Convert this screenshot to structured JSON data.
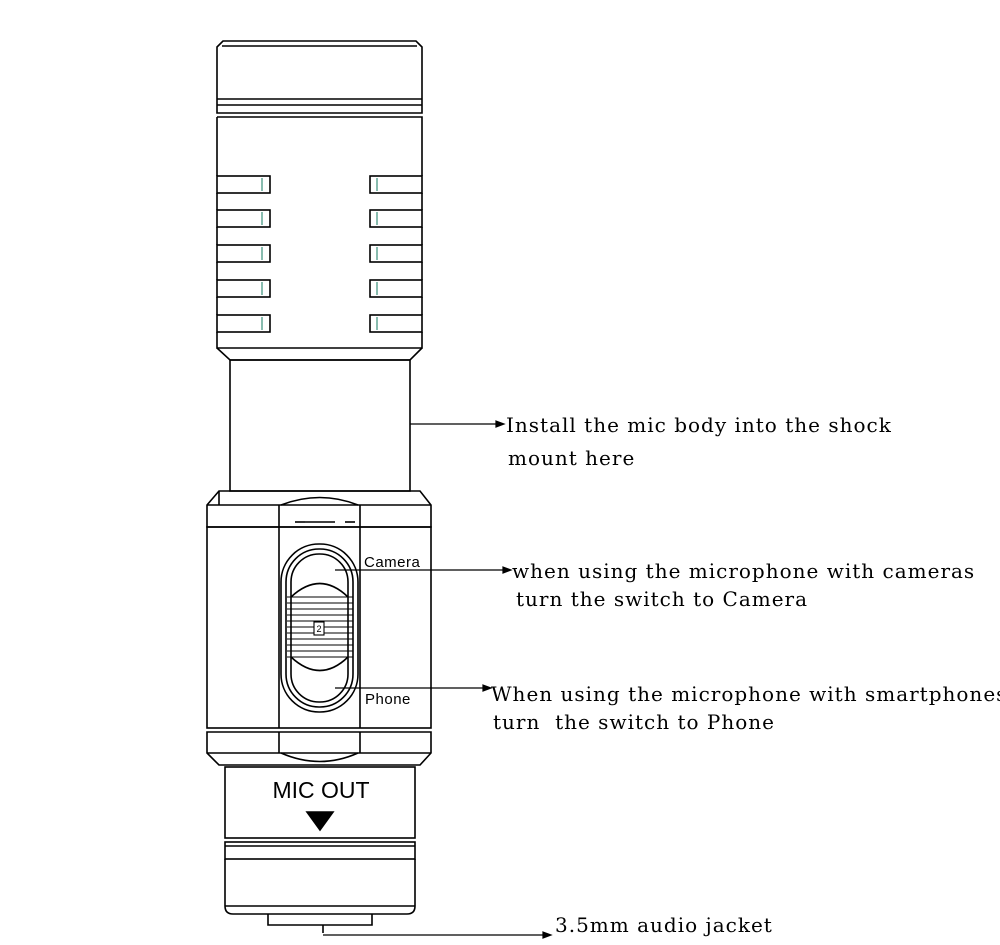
{
  "device": {
    "mic_out_label": "MIC OUT",
    "switch_top_label": "Camera",
    "switch_bottom_label": "Phone",
    "switch_position_mark": "2"
  },
  "annotations": {
    "shock_mount": {
      "line1": "Install the mic body into the shock",
      "line2": "mount here"
    },
    "camera": {
      "line1": "when using the microphone with cameras",
      "line2": "turn the switch to Camera"
    },
    "phone": {
      "line1": "When using the microphone with smartphones",
      "line2": "turn  the switch to Phone"
    },
    "jack": {
      "line1": "3.5mm audio jacket"
    }
  },
  "colors": {
    "line": "#000000",
    "grille_accent": "#3a8f7a",
    "background": "#ffffff"
  }
}
